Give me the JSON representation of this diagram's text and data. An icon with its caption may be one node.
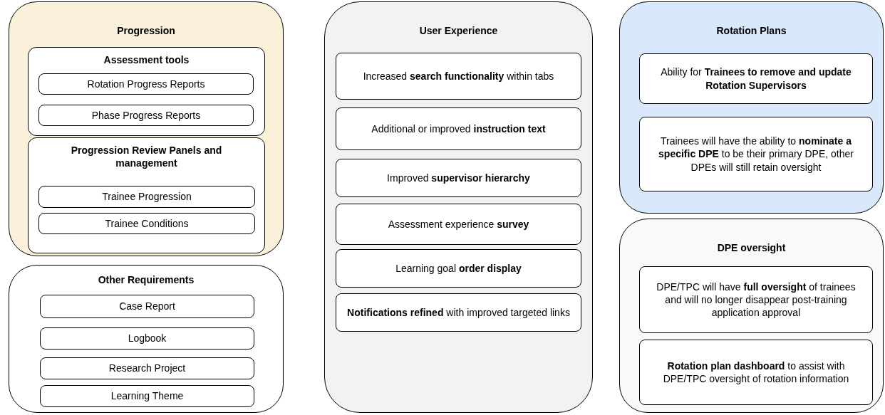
{
  "diagram": {
    "nodes": [
      {
        "text": [
          "Progression"
        ]
      },
      {
        "text": [
          "Assessment tools"
        ],
        "in": 0
      },
      {
        "text": [
          "Rotation Progress Reports"
        ],
        "in": 1
      },
      {
        "text": [
          "Phase Progress Reports"
        ],
        "in": 1
      },
      {
        "text": [
          "Progression Review Panels and management"
        ],
        "in": 0
      },
      {
        "text": [
          "Trainee Progression"
        ],
        "in": 4
      },
      {
        "text": [
          "Trainee Conditions"
        ],
        "in": 4
      },
      {
        "text": [
          "Other Requirements"
        ]
      },
      {
        "text": [
          "Case Report"
        ],
        "in": 7
      },
      {
        "text": [
          "Logbook"
        ],
        "in": 7
      },
      {
        "text": [
          "Research Project"
        ],
        "in": 7
      },
      {
        "text": [
          "Learning Theme"
        ],
        "in": 7
      },
      {
        "text": [
          "User Experience"
        ]
      },
      {
        "text": [
          "Increased **search functionality** within tabs"
        ],
        "in": 12
      },
      {
        "text": [
          "Additional or improved **instruction text**"
        ],
        "in": 12
      },
      {
        "text": [
          "Improved **supervisor hierarchy**"
        ],
        "in": 12
      },
      {
        "text": [
          "Assessment experience **survey**"
        ],
        "in": 12
      },
      {
        "text": [
          "Learning goal **order display**"
        ],
        "in": 12
      },
      {
        "text": [
          "**Notifications refined** with improved targeted links"
        ],
        "in": 12
      },
      {
        "text": [
          "Rotation Plans"
        ]
      },
      {
        "text": [
          "Ability for **Trainees to remove and update Rotation Supervisors**"
        ],
        "in": 19
      },
      {
        "text": [
          "Trainees will have the ability to **nominate a specific DPE** to be their primary DPE, other DPEs will still retain oversight"
        ],
        "in": 19
      },
      {
        "text": [
          "DPE oversight"
        ]
      },
      {
        "text": [
          "DPE/TPC will have **full oversight** of trainees and will no longer disappear post-training application approval"
        ],
        "in": 22
      },
      {
        "text": [
          "**Rotation plan dashboard** to assist with DPE/TPC oversight of rotation information"
        ],
        "in": 22
      }
    ]
  }
}
